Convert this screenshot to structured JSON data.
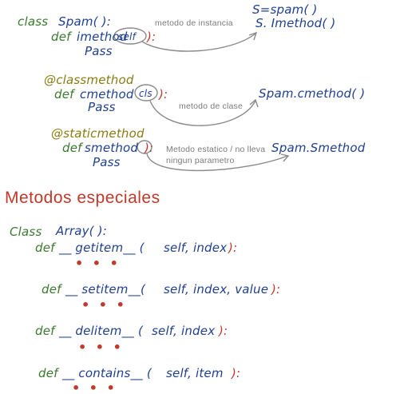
{
  "example_spam": {
    "class_line": {
      "keyword": "class",
      "name": "Spam( ):"
    },
    "instance": {
      "def": "def",
      "name": "imethod",
      "param": "self",
      "suffix": "):",
      "body": "Pass",
      "note": "metodo de instancia",
      "assign": "S=spam( )",
      "call": "S. Imethod( )"
    },
    "classmethod": {
      "decorator": "@classmethod",
      "def": "def",
      "name": "cmethod",
      "param": "cls",
      "suffix": "):",
      "body": "Pass",
      "note": "metodo de clase",
      "call": "Spam.cmethod( )"
    },
    "staticmethod": {
      "decorator": "@staticmethod",
      "def": "def",
      "name": "smethod",
      "param": "",
      "suffix": "):",
      "body": "Pass",
      "note_line1": "Metodo estatico / no lleva",
      "note_line2": "ningun parametro",
      "call": "Spam.Smethod"
    }
  },
  "special_methods": {
    "title": "Metodos especiales",
    "class_line": {
      "keyword": "Class",
      "name": "Array( ):"
    },
    "methods": [
      {
        "def": "def",
        "name": "__ getitem__ (",
        "params": "self, index",
        "suffix": "):",
        "ellipsis": "• • •"
      },
      {
        "def": "def",
        "name": "__ setitem__(",
        "params": "self,  index, value",
        "suffix": "):",
        "ellipsis": "• • •"
      },
      {
        "def": "def",
        "name": "__ delitem__ (",
        "params": "self, index",
        "suffix": "):",
        "ellipsis": "• • •"
      },
      {
        "def": "def",
        "name": "__ contains__ (",
        "params": "self, item",
        "suffix": "):",
        "ellipsis": "• • •"
      }
    ]
  },
  "colors": {
    "keyword_green": "#3a7a2e",
    "name_blue": "#1f3f8f",
    "accent_red": "#c0392b",
    "decorator_olive": "#8a7a12",
    "note_gray": "#7a7a7a"
  }
}
